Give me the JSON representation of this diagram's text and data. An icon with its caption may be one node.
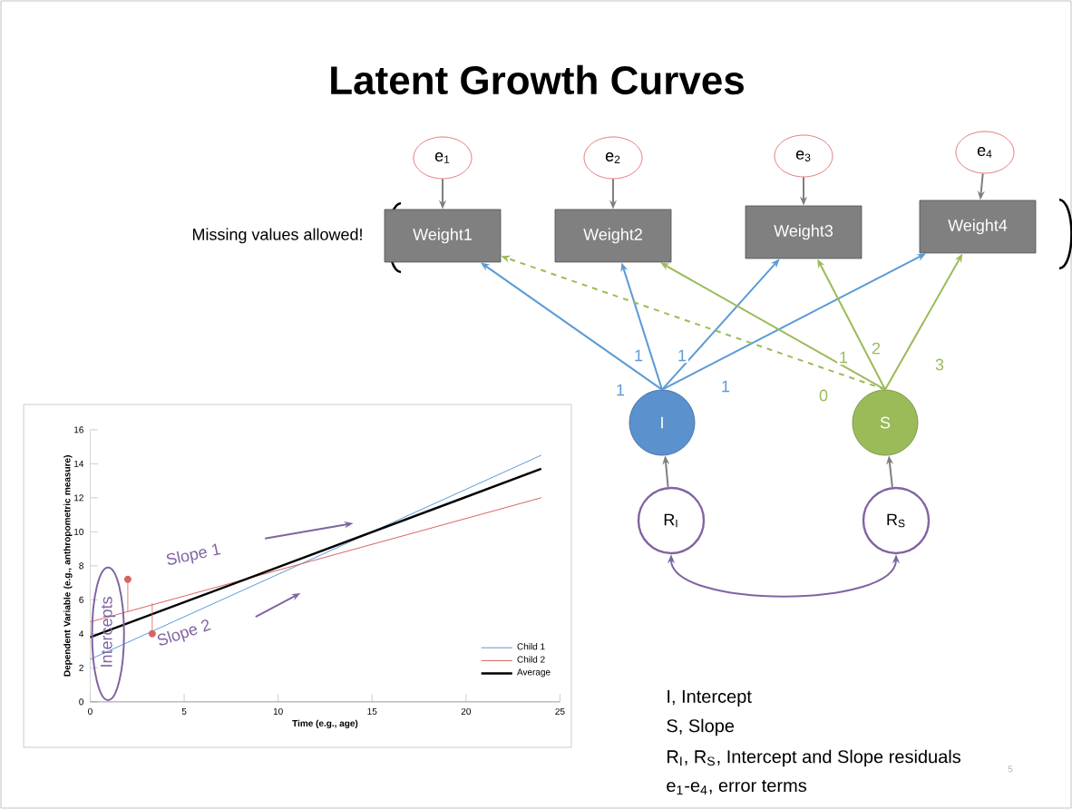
{
  "diagram": {
    "title": "Latent Growth Curves",
    "nodes": [
      {
        "text": [
          "e$_{1}$"
        ]
      },
      {
        "text": [
          "e$_{2}$"
        ]
      },
      {
        "text": [
          "e$_{3}$"
        ]
      },
      {
        "text": [
          "e$_{4}$"
        ]
      },
      {
        "text": [
          "Weight1"
        ]
      },
      {
        "text": [
          "Weight2"
        ]
      },
      {
        "text": [
          "Weight3"
        ]
      },
      {
        "text": [
          "Weight4"
        ]
      },
      {
        "text": [
          "I"
        ]
      },
      {
        "text": [
          "S"
        ]
      },
      {
        "text": [
          "R$_{I}$"
        ]
      },
      {
        "text": [
          "R$_{S}$"
        ]
      }
    ],
    "edges": [
      {
        "from": 0,
        "to": 4,
        "arrow": "to"
      },
      {
        "from": 1,
        "to": 5,
        "arrow": "to"
      },
      {
        "from": 2,
        "to": 6,
        "arrow": "to"
      },
      {
        "from": 3,
        "to": 7,
        "arrow": "to"
      },
      {
        "from": 8,
        "to": 4,
        "arrow": "to",
        "label": "1",
        "color": "#5b9bd5"
      },
      {
        "from": 8,
        "to": 5,
        "arrow": "to",
        "label": "1",
        "color": "#5b9bd5"
      },
      {
        "from": 8,
        "to": 6,
        "arrow": "to",
        "label": "1",
        "color": "#5b9bd5"
      },
      {
        "from": 8,
        "to": 7,
        "arrow": "to",
        "label": "1",
        "color": "#5b9bd5"
      },
      {
        "from": 9,
        "to": 4,
        "arrow": "to",
        "label": "0",
        "style": "dashed",
        "color": "#9bbb59"
      },
      {
        "from": 9,
        "to": 5,
        "arrow": "to",
        "label": "1",
        "color": "#9bbb59"
      },
      {
        "from": 9,
        "to": 6,
        "arrow": "to",
        "label": "2",
        "color": "#9bbb59"
      },
      {
        "from": 9,
        "to": 7,
        "arrow": "to",
        "label": "3",
        "color": "#9bbb59"
      },
      {
        "from": 10,
        "to": 8,
        "arrow": "to"
      },
      {
        "from": 11,
        "to": 9,
        "arrow": "to"
      },
      {
        "from": 10,
        "to": 11,
        "arrow": "both",
        "color": "#8064a2"
      }
    ],
    "labels": [
      "Missing values allowed!",
      "I, Intercept",
      "S, Slope",
      "R$_{I}$, R$_{S}$, Intercept and Slope residuals",
      "e$_{1}$-e$_{4}$, error terms",
      "5"
    ],
    "chart_data": {
      "type": "line",
      "xlabel": "Time (e.g., age)",
      "ylabel": "Dependent Variable (e.g., anthropometric measure)",
      "x": [
        0,
        24
      ],
      "series": [
        {
          "name": "Child 1",
          "color": "#5b9bd5",
          "values": [
            2.5,
            14.5
          ]
        },
        {
          "name": "Child 2",
          "color": "#d9645f",
          "values": [
            4.7,
            12
          ]
        },
        {
          "name": "Average",
          "color": "#000000",
          "values": [
            3.8,
            13.7
          ]
        }
      ],
      "legend": "right",
      "xlim": [
        0,
        25
      ],
      "ylim": [
        0,
        16
      ],
      "xticks": [
        0,
        5,
        10,
        15,
        20,
        25
      ],
      "yticks": [
        0,
        2,
        4,
        6,
        8,
        10,
        12,
        14,
        16
      ],
      "annotations": [
        {
          "text": "Slope 1"
        },
        {
          "text": "Slope 2"
        },
        {
          "text": "Intercepts"
        }
      ]
    }
  }
}
